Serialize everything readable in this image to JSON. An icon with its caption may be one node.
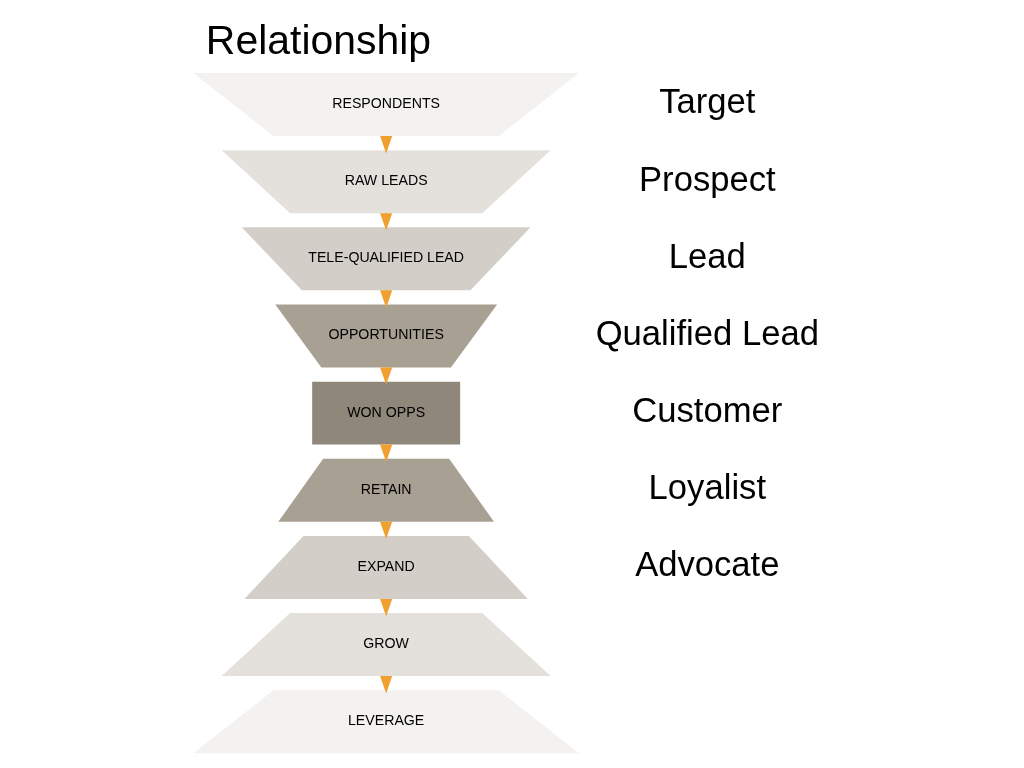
{
  "diagram": {
    "title": "Relationship",
    "nodes": [
      {
        "text": [
          "RESPONDENTS"
        ]
      },
      {
        "text": [
          "RAW LEADS"
        ]
      },
      {
        "text": [
          "TELE-QUALIFIED LEAD"
        ]
      },
      {
        "text": [
          "OPPORTUNITIES"
        ]
      },
      {
        "text": [
          "WON OPPS"
        ]
      },
      {
        "text": [
          "RETAIN"
        ]
      },
      {
        "text": [
          "EXPAND"
        ]
      },
      {
        "text": [
          "GROW"
        ]
      },
      {
        "text": [
          "LEVERAGE"
        ]
      }
    ],
    "edges": [
      {
        "from": 0,
        "to": 1,
        "arrow": "to"
      },
      {
        "from": 1,
        "to": 2,
        "arrow": "to"
      },
      {
        "from": 2,
        "to": 3,
        "arrow": "to"
      },
      {
        "from": 3,
        "to": 4,
        "arrow": "to"
      },
      {
        "from": 4,
        "to": 5,
        "arrow": "to"
      },
      {
        "from": 5,
        "to": 6,
        "arrow": "to"
      },
      {
        "from": 6,
        "to": 7,
        "arrow": "to"
      },
      {
        "from": 7,
        "to": 8,
        "arrow": "to"
      }
    ],
    "labels": [
      "Target",
      "Prospect",
      "Lead",
      "Qualified Lead",
      "Customer",
      "Loyalist",
      "Advocate"
    ]
  }
}
